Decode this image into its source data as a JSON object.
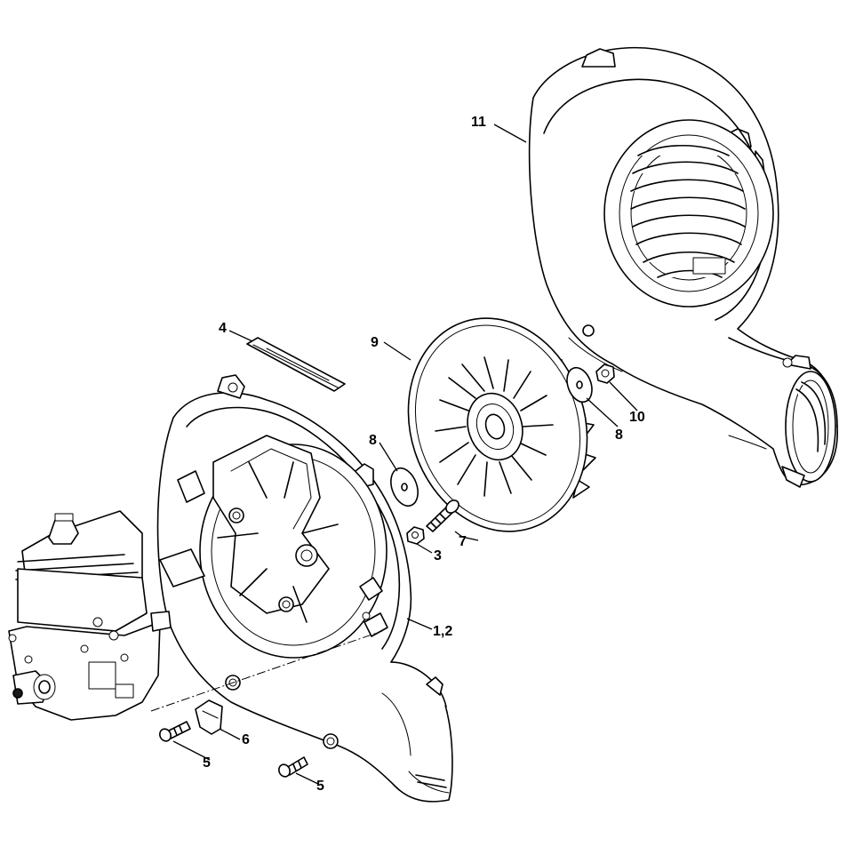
{
  "parts": [
    {
      "id": "11",
      "label": "11",
      "name": "blower housing cover"
    },
    {
      "id": "9",
      "label": "9",
      "name": "fan wheel"
    },
    {
      "id": "4",
      "label": "4",
      "name": "label strip"
    },
    {
      "id": "8a",
      "label": "8",
      "name": "washer"
    },
    {
      "id": "8b",
      "label": "8",
      "name": "washer"
    },
    {
      "id": "10",
      "label": "10",
      "name": "nut"
    },
    {
      "id": "7",
      "label": "7",
      "name": "screw"
    },
    {
      "id": "3",
      "label": "3",
      "name": "nut"
    },
    {
      "id": "12",
      "label": "1,2",
      "name": "fan housing"
    },
    {
      "id": "6",
      "label": "6",
      "name": "clip"
    },
    {
      "id": "5a",
      "label": "5",
      "name": "screw"
    },
    {
      "id": "5b",
      "label": "5",
      "name": "screw"
    }
  ]
}
